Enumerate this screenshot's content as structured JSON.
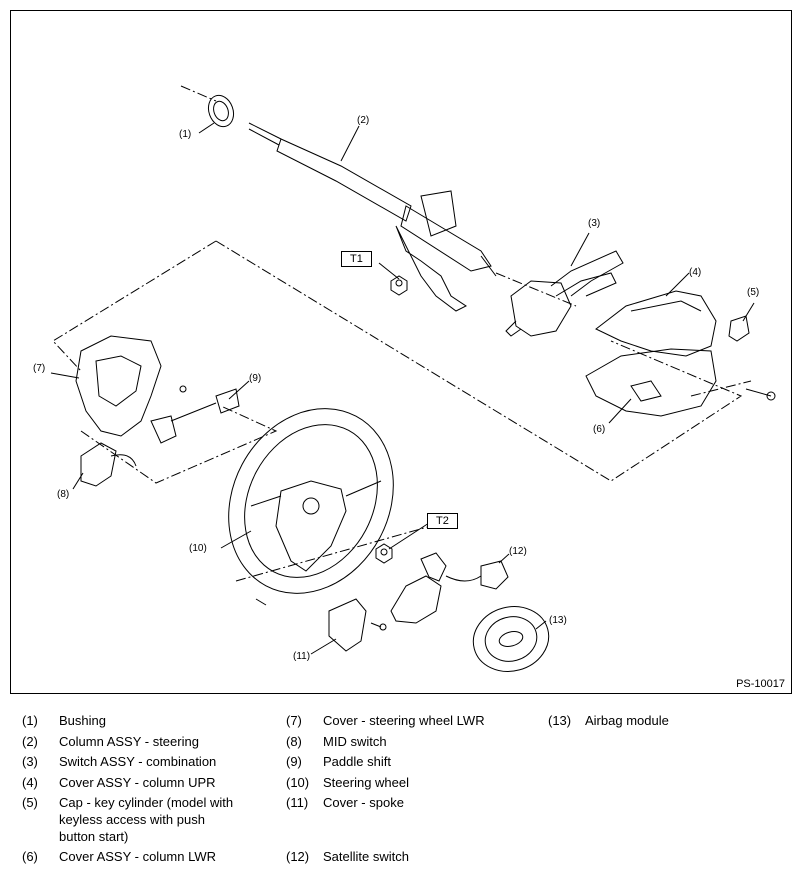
{
  "figure": {
    "id": "PS-10017",
    "torque_labels": [
      "T1",
      "T2"
    ],
    "callouts": [
      "(1)",
      "(2)",
      "(3)",
      "(4)",
      "(5)",
      "(6)",
      "(7)",
      "(8)",
      "(9)",
      "(10)",
      "(11)",
      "(12)",
      "(13)"
    ]
  },
  "legend": [
    {
      "num": "(1)",
      "desc": "Bushing"
    },
    {
      "num": "(2)",
      "desc": "Column ASSY - steering"
    },
    {
      "num": "(3)",
      "desc": "Switch ASSY - combination"
    },
    {
      "num": "(4)",
      "desc": "Cover ASSY - column UPR"
    },
    {
      "num": "(5)",
      "desc": "Cap - key cylinder (model with keyless access with push button start)"
    },
    {
      "num": "(6)",
      "desc": "Cover ASSY - column LWR"
    },
    {
      "num": "(7)",
      "desc": "Cover - steering wheel LWR"
    },
    {
      "num": "(8)",
      "desc": "MID switch"
    },
    {
      "num": "(9)",
      "desc": "Paddle shift"
    },
    {
      "num": "(10)",
      "desc": "Steering wheel"
    },
    {
      "num": "(11)",
      "desc": "Cover - spoke"
    },
    {
      "num": "(12)",
      "desc": "Satellite switch"
    },
    {
      "num": "(13)",
      "desc": "Airbag module"
    }
  ]
}
